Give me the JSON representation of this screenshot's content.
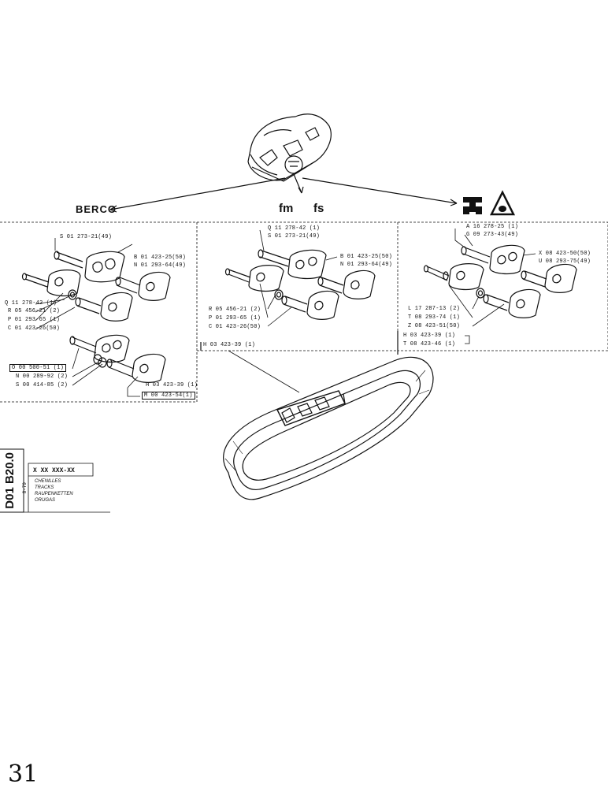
{
  "brands": {
    "left": "BERCO",
    "middle": [
      "fm",
      "fs"
    ]
  },
  "left_panel": {
    "labels": [
      "S 01 273-21(49)",
      "B 01 423-25(50)",
      "N 01 293-64(49)",
      "Q 11 278-42 (1)",
      "R 05 456-21 (2)",
      "P 01 293-65 (1)",
      "C 01 423-26(50)",
      "O 00 500-51 (1)",
      "N 00 289-92 (2)",
      "S 00 414-85 (2)",
      "H 03 423-39 (1)",
      "M 00 423-54(1)"
    ]
  },
  "middle_panel": {
    "labels": [
      "Q 11 278-42 (1)",
      "S 01 273-21(49)",
      "B 01 423-25(50)",
      "N 01 293-64(49)",
      "R 05 456-21 (2)",
      "P 01 293-65 (1)",
      "C 01 423-26(50)",
      "H 03 423-39 (1)"
    ]
  },
  "right_panel": {
    "labels": [
      "A 16 278-25 (1)",
      "G 09 273-43(49)",
      "X 08 423-50(50)",
      "U 08 293-75(49)",
      "L 17 287-13 (2)",
      "T 08 293-74 (1)",
      "Z 08 423-51(50)",
      "H 03 423-39 (1)",
      "T 08 423-46 (1)"
    ]
  },
  "title_block": {
    "code": "D01 B20.0",
    "date": "8-79",
    "reference": "X XX XXX-XX",
    "names": [
      "CHENILLES",
      "TRACKS",
      "RAUPENKETTEN",
      "ORUGAS"
    ]
  },
  "page_number": "31"
}
